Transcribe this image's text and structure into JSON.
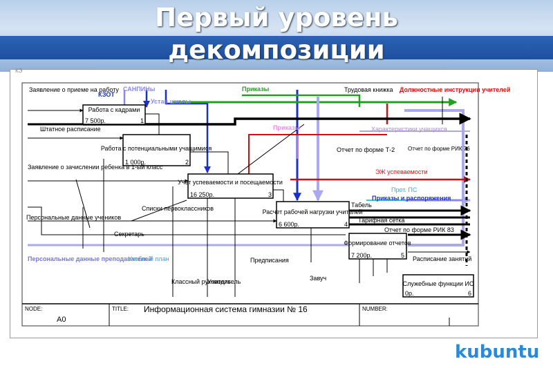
{
  "title_line1": "Первый уровень",
  "title_line2": "декомпозиции",
  "tab_label": "КЭ",
  "logo_text": "kubuntu",
  "boxes": [
    {
      "label": "Работа с кадрами",
      "cost": "7 500р.",
      "num": "1"
    },
    {
      "label": "Работа с потенциальными учащимися",
      "cost": "1 000р.",
      "num": "2"
    },
    {
      "label": "Учет успеваемости и посещаемости",
      "cost": "16 250р.",
      "num": "3"
    },
    {
      "label": "Расчет рабочей нагрузки учителей",
      "cost": "6 600р.",
      "num": "4"
    },
    {
      "label": "Формирование отчетов",
      "cost": "7 200р.",
      "num": "5"
    },
    {
      "label": "Служебные функции ИС",
      "cost": "0р.",
      "num": "6"
    }
  ],
  "inputs": [
    "Заявление о приеме на работу",
    "Штатное расписание",
    "Заявление о зачислении ребенка в 1-ый класс",
    "Персональные данные учеников",
    "Персональные данные преподавателей"
  ],
  "controls": {
    "kzot": "КЗОТ",
    "sanpiny": "САНПИНы",
    "ustav": "Устав школы",
    "prikazy_top": "Приказы",
    "trud": "Трудовая книжка",
    "dolzh": "Должностные инструкции учителей",
    "prikazy_mid": "Приказы",
    "harakt": "Характеристики учащихся"
  },
  "outputs": [
    "Отчет по форме Т-2",
    "Отчет по форме РИК 76",
    "ЭЖ успеваемости",
    "Прот. ПС",
    "Приказы и распоряжения",
    "Табель",
    "Тарифная сетка",
    "Отчет по форме РИК 83",
    "Расписание занятий"
  ],
  "mechanisms": [
    "Списки первоклассников",
    "Секретарь",
    "Учебный план",
    "Предписания",
    "Классный руководитель",
    "Учитель",
    "Завуч"
  ],
  "footer": {
    "node_label": "NODE:",
    "node_value": "A0",
    "title_label": "TITLE:",
    "title_value": "Информационная система гимназии № 16",
    "number_label": "NUMBER:"
  }
}
